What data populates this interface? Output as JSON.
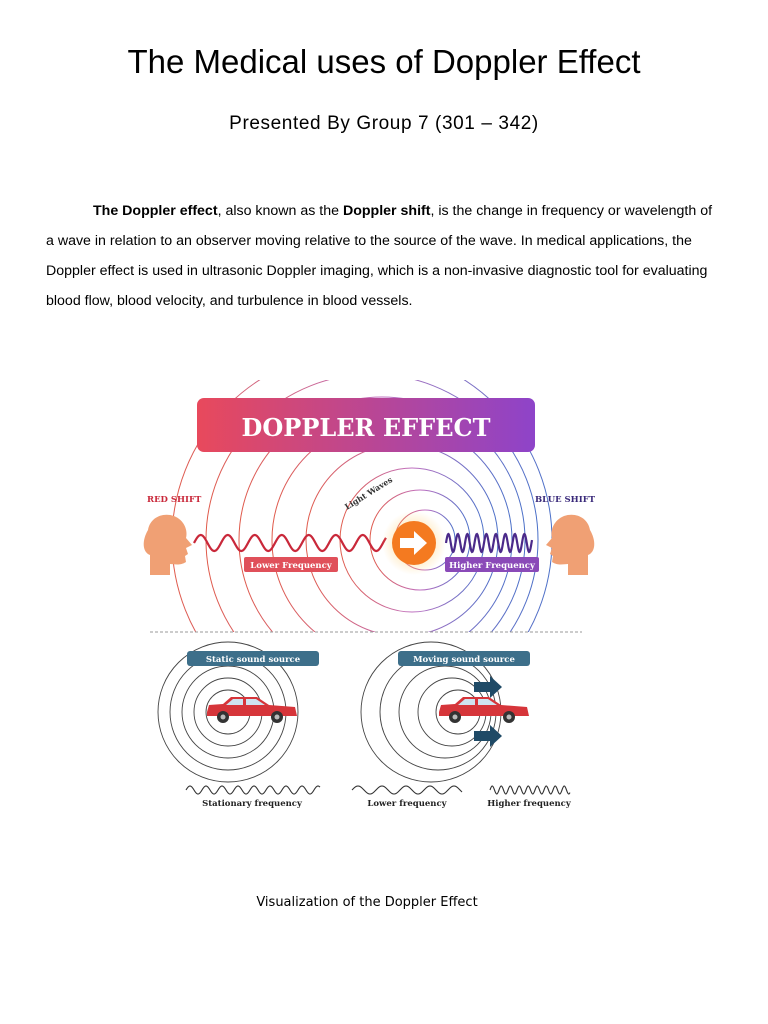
{
  "document": {
    "title": "The Medical uses of Doppler Effect",
    "subtitle": "Presented By Group 7 (301 – 342)",
    "paragraph": {
      "term1": "The Doppler effect",
      "text1": ", also known as the ",
      "term2": "Doppler shift",
      "text2": ", is the change in frequency or wavelength of a wave in relation to an observer moving relative to the source of the wave. In medical applications, the Doppler effect is used in ultrasonic Doppler imaging, which is a non-invasive diagnostic tool for evaluating blood flow, blood velocity, and turbulence in blood vessels."
    },
    "caption": "Visualization of the Doppler Effect"
  },
  "figure": {
    "banner": "DOPPLER EFFECT",
    "red_shift": "RED SHIFT",
    "blue_shift": "BLUE SHIFT",
    "light_waves": "Light Waves",
    "lower_frequency_tag": "Lower Frequency",
    "higher_frequency_tag": "Higher Frequency",
    "static_source": "Static sound source",
    "moving_source": "Moving sound source",
    "stationary_frequency": "Stationary frequency",
    "lower_frequency": "Lower frequency",
    "higher_frequency": "Higher frequency"
  },
  "colors": {
    "banner_left": "#e8495c",
    "banner_right": "#8e44c9",
    "red_wave": "#c9283a",
    "blue_wave": "#4b2a8a",
    "face": "#f0a074",
    "arrow_orange": "#f47a20",
    "label_teal": "#3d6f8a",
    "car_red": "#d6353a",
    "arrow_navy": "#1f4a66"
  }
}
